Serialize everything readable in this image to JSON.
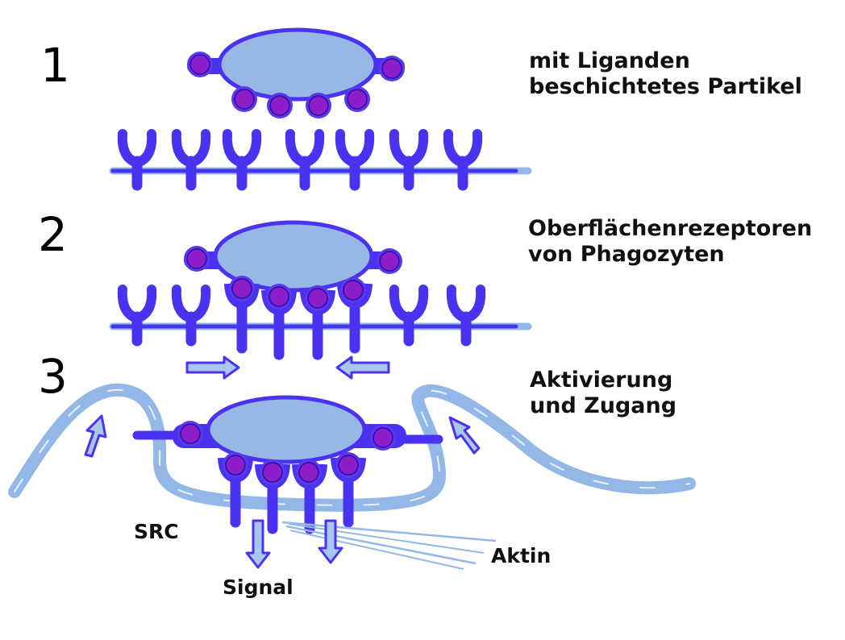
{
  "steps": [
    {
      "number": "1",
      "label_line1": "mit Liganden",
      "label_line2": "beschichtetes Partikel"
    },
    {
      "number": "2",
      "label_line1": "Oberflächenrezeptoren",
      "label_line2": "von Phagozyten"
    },
    {
      "number": "3",
      "label_line1": "Aktivierung",
      "label_line2": "und Zugang"
    }
  ],
  "annotations": {
    "src": "SRC",
    "signal": "Signal",
    "actin": "Aktin"
  },
  "colors": {
    "receptor": "#4a33f0",
    "particle_fill": "#97b8e6",
    "particle_stroke": "#4a33f0",
    "ligand": "#8b1ec9",
    "membrane": "#93b8e8",
    "text": "#111111"
  }
}
